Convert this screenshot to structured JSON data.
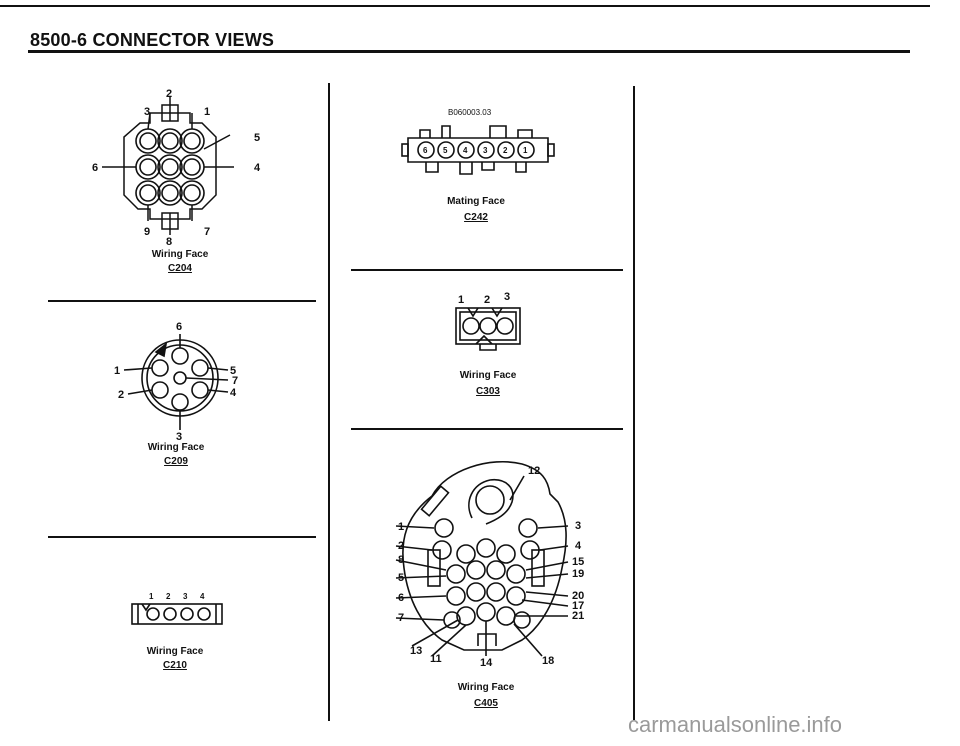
{
  "page": {
    "title": "8500-6  CONNECTOR VIEWS"
  },
  "watermark": "carmanualsonline.info",
  "connectors": {
    "c204": {
      "id": "C204",
      "face": "Wiring Face",
      "pins": [
        "1",
        "2",
        "3",
        "4",
        "5",
        "6",
        "7",
        "8",
        "9"
      ]
    },
    "c209": {
      "id": "C209",
      "face": "Wiring Face",
      "pins": [
        "1",
        "2",
        "3",
        "4",
        "5",
        "6",
        "7"
      ]
    },
    "c210": {
      "id": "C210",
      "face": "Wiring Face",
      "pins": [
        "1",
        "2",
        "3",
        "4"
      ]
    },
    "c242": {
      "id": "C242",
      "face": "Mating Face",
      "part_number": "B060003.03",
      "pins": [
        "6",
        "5",
        "4",
        "3",
        "2",
        "1"
      ]
    },
    "c303": {
      "id": "C303",
      "face": "Wiring Face",
      "pins": [
        "1",
        "2",
        "3"
      ]
    },
    "c405": {
      "id": "C405",
      "face": "Wiring Face",
      "pins": [
        "1",
        "2",
        "3",
        "4",
        "5",
        "6",
        "7",
        "8",
        "11",
        "12",
        "13",
        "14",
        "15",
        "17",
        "18",
        "19",
        "20",
        "21"
      ]
    }
  }
}
